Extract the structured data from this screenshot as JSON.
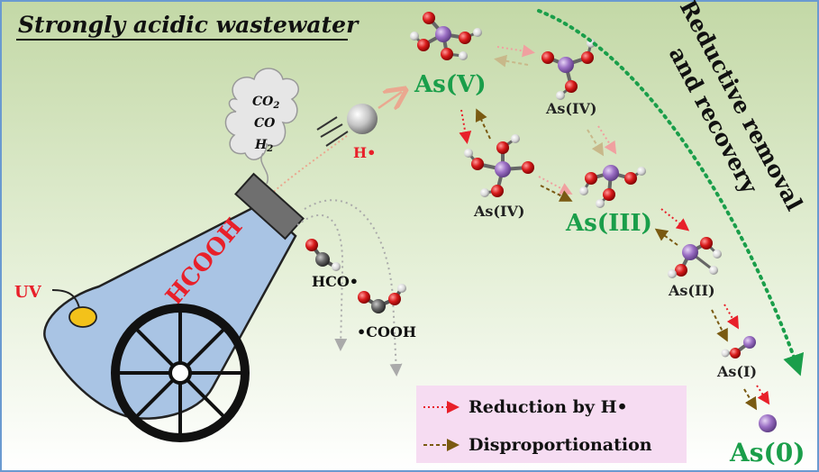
{
  "title": "Strongly acidic wastewater",
  "cannon": {
    "label": "HCOOH",
    "uv_label": "UV"
  },
  "gases": [
    "CO2",
    "CO",
    "H2"
  ],
  "h_radical": "H•",
  "radicals": {
    "hco": "HCO•",
    "cooh": "•COOH"
  },
  "species": {
    "as5": "As(V)",
    "as4_top": "As(IV)",
    "as4_mid": "As(IV)",
    "as3": "As(III)",
    "as2": "As(II)",
    "as1": "As(I)",
    "as0": "As(0)"
  },
  "side_text": [
    "Reductive removal",
    "and recovery"
  ],
  "legend": {
    "reduction": "Reduction by H•",
    "disproportionation": "Disproportionation"
  },
  "colors": {
    "arsenic": "#9b6fc4",
    "oxygen": "#d81b1b",
    "hydrogen": "#f2f2f2",
    "carbon": "#555555",
    "green": "#1a9e4a",
    "reduction_arrow": "#e8202a",
    "disproportionation_arrow": "#7a5a12",
    "cannon": "#a9c4e4",
    "legend_bg": "#f6dcf2"
  }
}
